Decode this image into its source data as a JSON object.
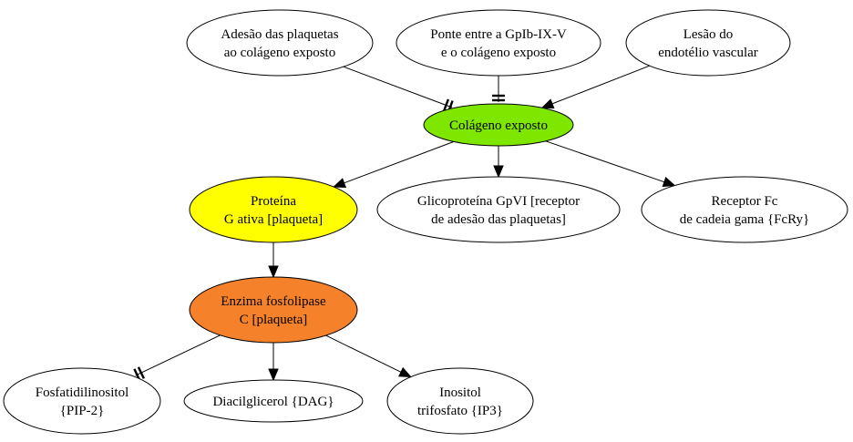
{
  "nodes": [
    {
      "id": "adesao",
      "lines": [
        "Adesão das plaquetas",
        "ao colágeno exposto"
      ],
      "fill": "#ffffff"
    },
    {
      "id": "ponte",
      "lines": [
        "Ponte entre a GpIb-IX-V",
        "e o colágeno exposto"
      ],
      "fill": "#ffffff"
    },
    {
      "id": "lesao",
      "lines": [
        "Lesão do",
        "endotélio vascular"
      ],
      "fill": "#ffffff"
    },
    {
      "id": "colageno",
      "lines": [
        "Colágeno exposto"
      ],
      "fill": "#7fe600"
    },
    {
      "id": "proteina",
      "lines": [
        "Proteína",
        "G ativa [plaqueta]"
      ],
      "fill": "#ffff00"
    },
    {
      "id": "gpvi",
      "lines": [
        "Glicoproteína GpVI [receptor",
        "de adesão das plaquetas]"
      ],
      "fill": "#ffffff"
    },
    {
      "id": "fc",
      "lines": [
        "Receptor Fc",
        "de cadeia gama {FcRy}"
      ],
      "fill": "#ffffff"
    },
    {
      "id": "fosfolipase",
      "lines": [
        "Enzima fosfolipase",
        "C [plaqueta]"
      ],
      "fill": "#f5822a"
    },
    {
      "id": "pip2",
      "lines": [
        "Fosfatidilinositol",
        "{PIP-2}"
      ],
      "fill": "#ffffff"
    },
    {
      "id": "dag",
      "lines": [
        "Diacilglicerol {DAG}"
      ],
      "fill": "#ffffff"
    },
    {
      "id": "ip3",
      "lines": [
        "Inositol",
        "trifosfato {IP3}"
      ],
      "fill": "#ffffff"
    }
  ],
  "edges": [
    {
      "from": "adesao",
      "to": "colageno",
      "head": "tee"
    },
    {
      "from": "ponte",
      "to": "colageno",
      "head": "tee"
    },
    {
      "from": "lesao",
      "to": "colageno",
      "head": "arrow"
    },
    {
      "from": "colageno",
      "to": "proteina",
      "head": "arrow"
    },
    {
      "from": "colageno",
      "to": "gpvi",
      "head": "arrow"
    },
    {
      "from": "colageno",
      "to": "fc",
      "head": "arrow"
    },
    {
      "from": "proteina",
      "to": "fosfolipase",
      "head": "arrow"
    },
    {
      "from": "fosfolipase",
      "to": "pip2",
      "head": "tee"
    },
    {
      "from": "fosfolipase",
      "to": "dag",
      "head": "arrow"
    },
    {
      "from": "fosfolipase",
      "to": "ip3",
      "head": "arrow"
    }
  ]
}
